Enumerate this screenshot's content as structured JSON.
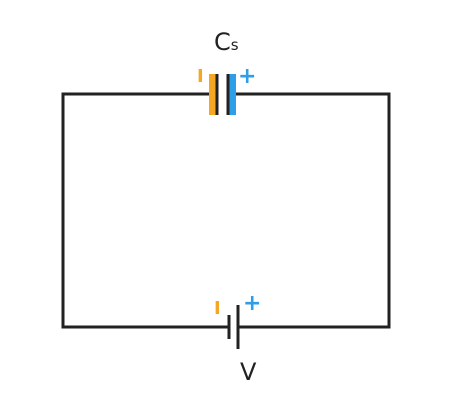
{
  "capacitor": {
    "label_main": "C",
    "label_sub": "s",
    "negative_sign": "I",
    "positive_sign": "+"
  },
  "battery": {
    "label": "V",
    "negative_sign": "I",
    "positive_sign": "+"
  },
  "colors": {
    "wire": "#222222",
    "negative": "#f5a623",
    "positive": "#2e9ee8"
  }
}
